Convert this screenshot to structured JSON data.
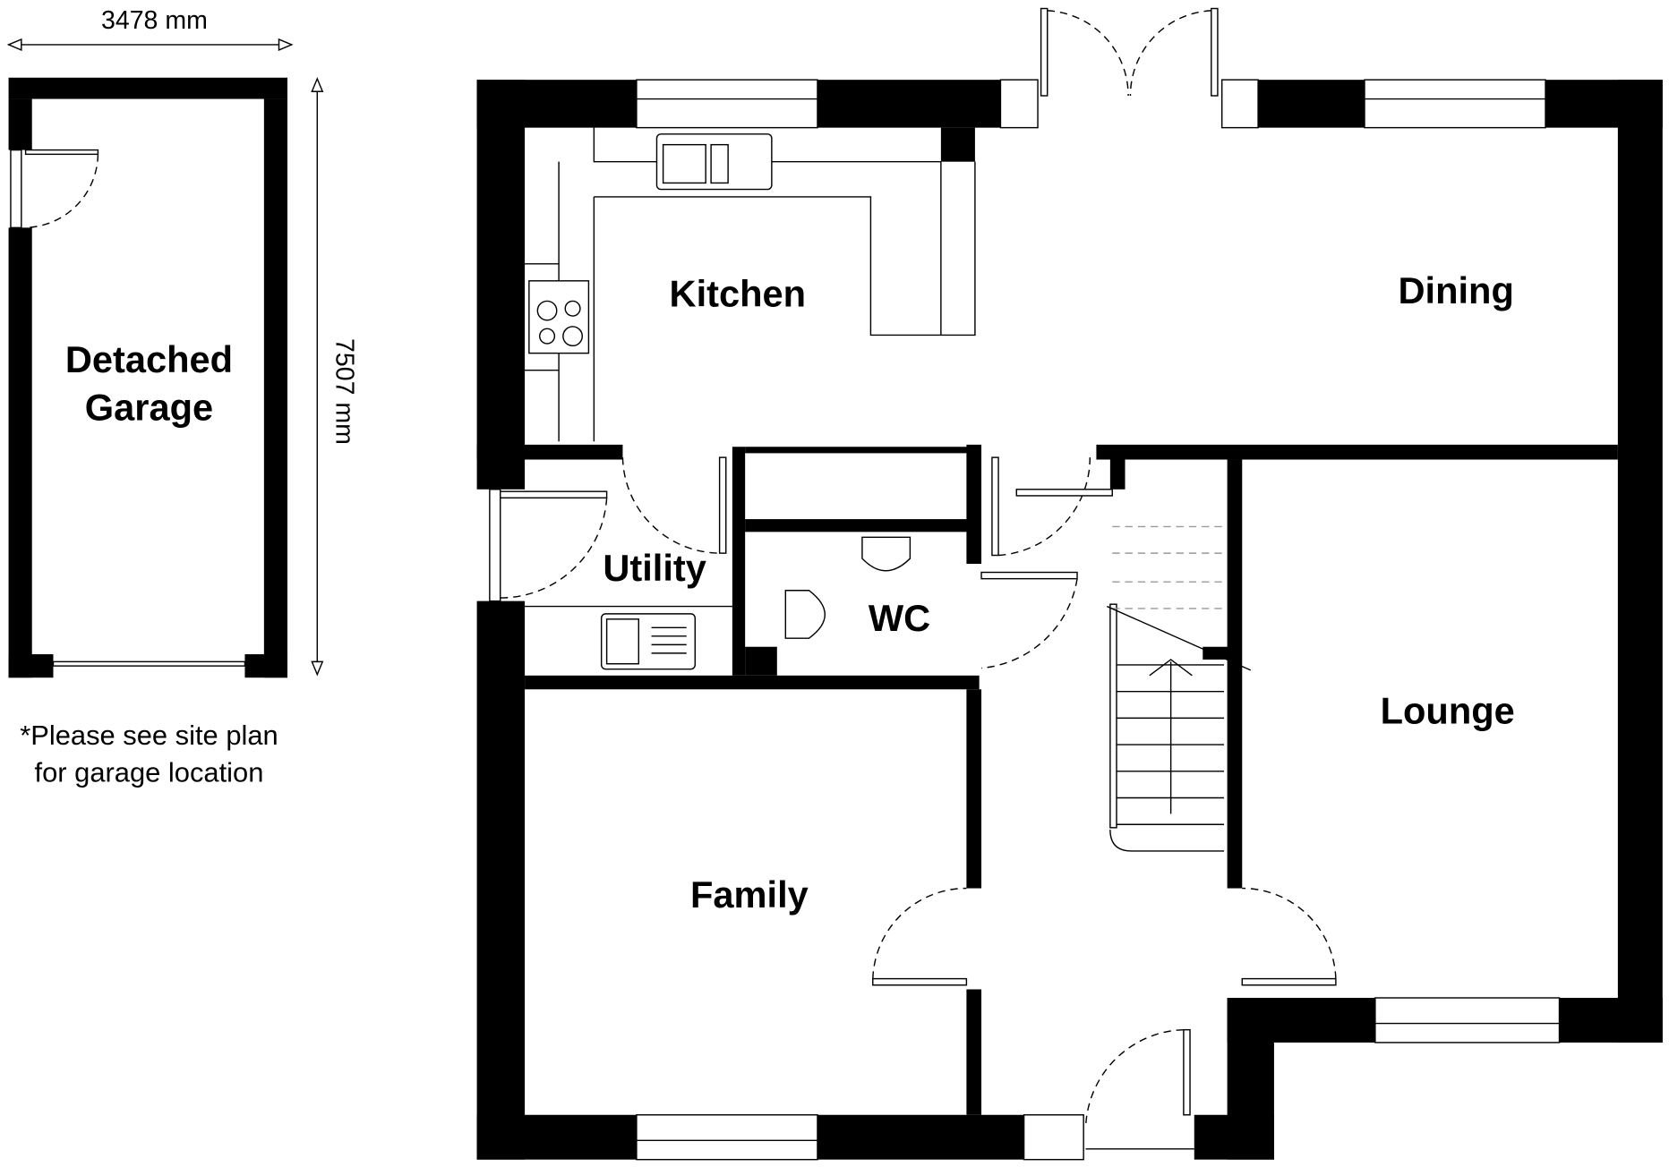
{
  "garage": {
    "title_line1": "Detached",
    "title_line2": "Garage",
    "width_label": "3478 mm",
    "depth_label": "7507 mm",
    "note_line1": "*Please see site plan",
    "note_line2": "for garage location"
  },
  "rooms": {
    "kitchen": "Kitchen",
    "dining": "Dining",
    "utility": "Utility",
    "wc": "WC",
    "lounge": "Lounge",
    "family": "Family"
  },
  "colors": {
    "wall": "#000000",
    "background": "#ffffff"
  }
}
